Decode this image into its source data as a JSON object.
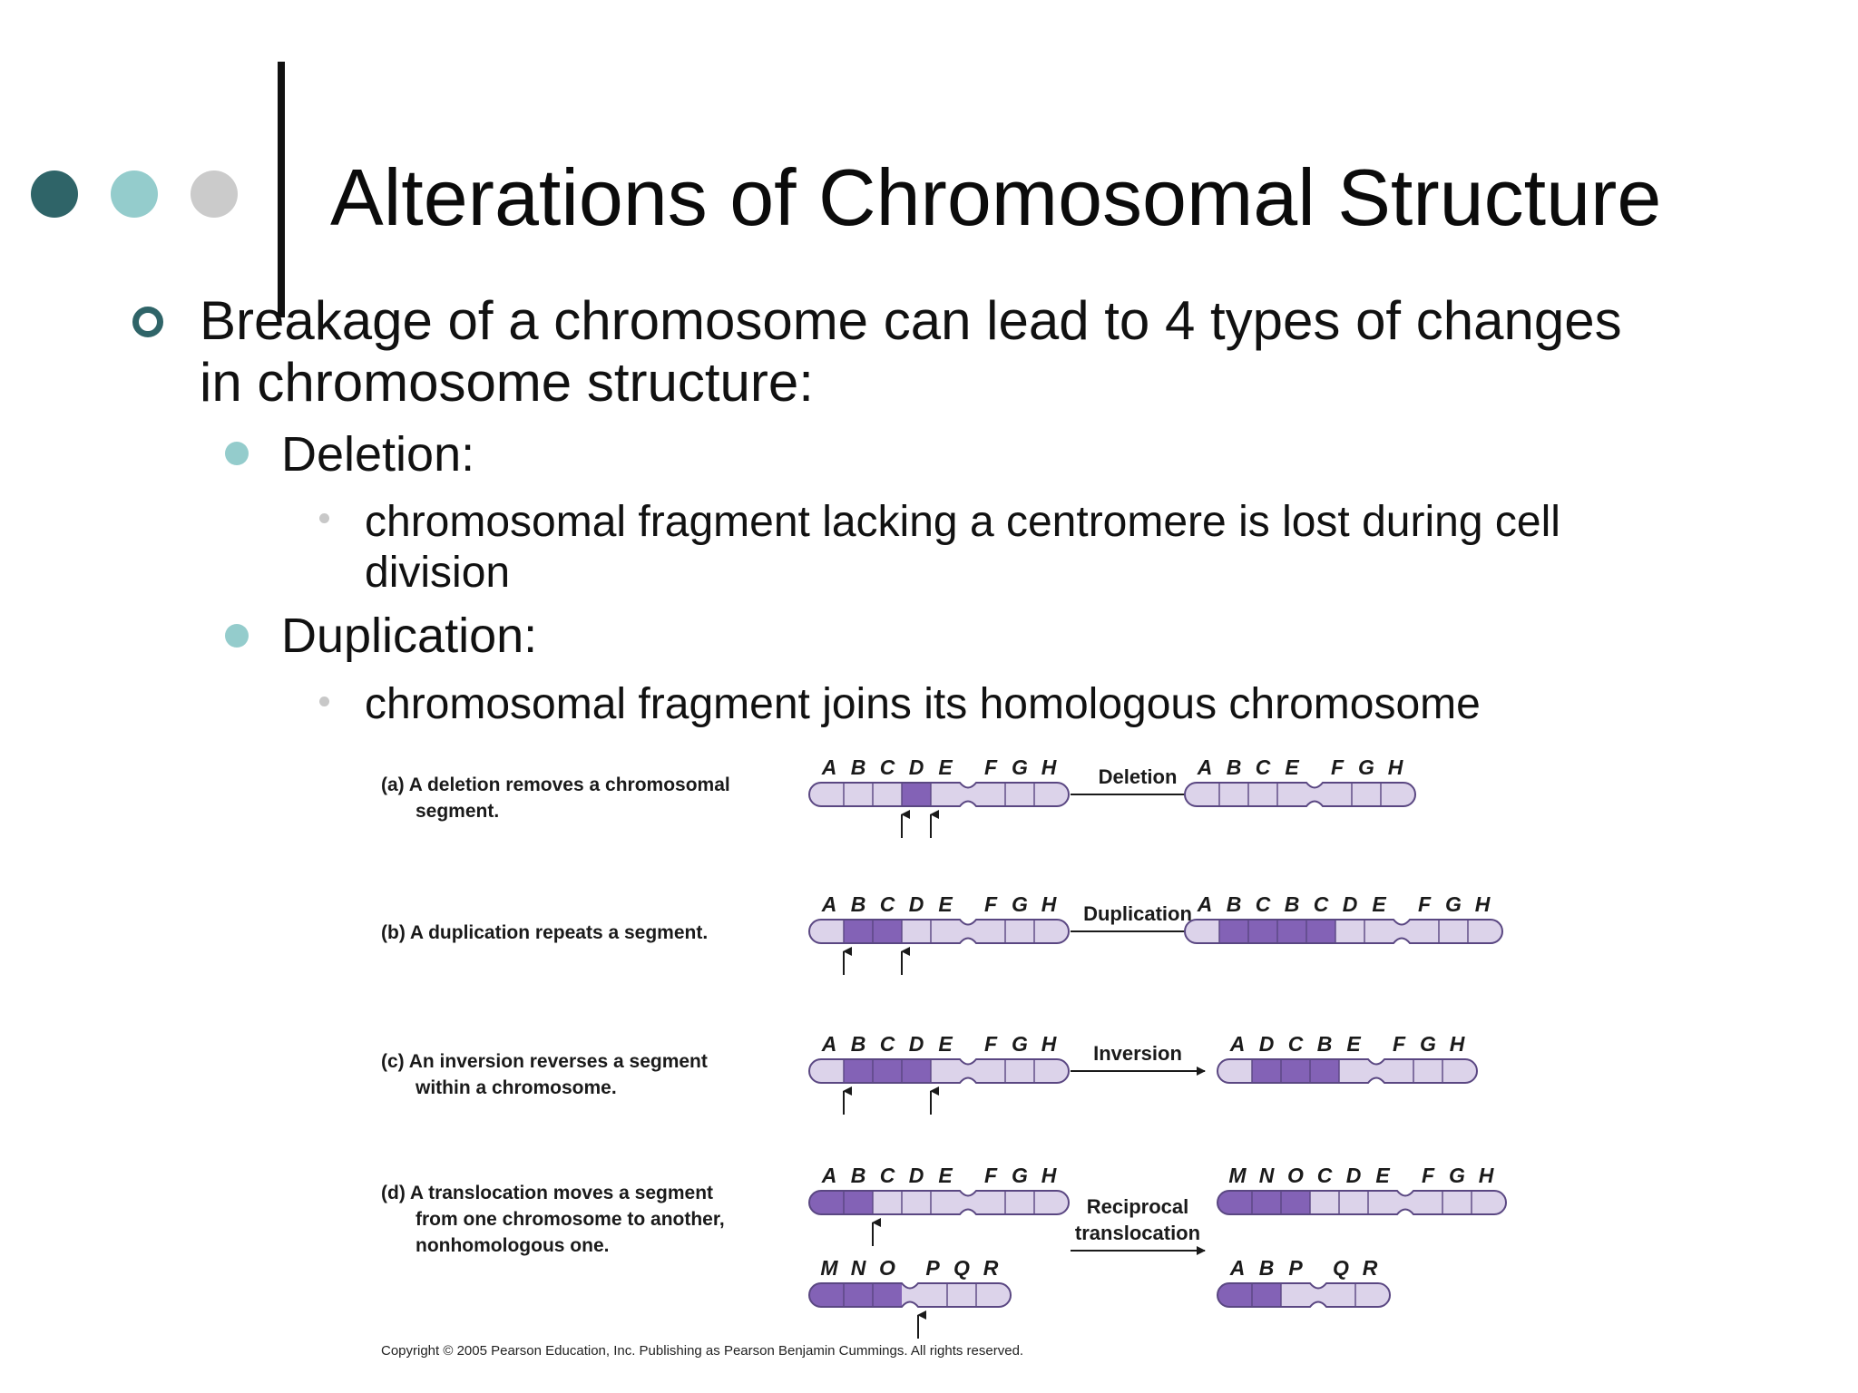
{
  "slide": {
    "title": "Alterations of Chromosomal Structure",
    "bullet_main": {
      "line1": "Breakage of a chromosome can lead to 4 types of changes",
      "line2": "in chromosome structure:"
    },
    "items": [
      {
        "label": "Deletion:",
        "sub": [
          "chromosomal fragment lacking a  centromere is lost during cell",
          "division"
        ]
      },
      {
        "label": "Duplication:",
        "sub": [
          "chromosomal fragment joins its homologous chromosome"
        ]
      }
    ],
    "colors": {
      "dot_dark": "#2f6468",
      "dot_light": "#94cccc",
      "dot_grey": "#cbcbcb",
      "segment_dark": "#8362b6",
      "segment_light": "#dcd3ea",
      "segment_outline": "#5a4782"
    }
  },
  "figure": {
    "panels": [
      {
        "id": "a",
        "caption": [
          "(a) A deletion removes a chromosomal",
          "segment."
        ],
        "operation": [
          "Deletion"
        ],
        "before": [
          {
            "labels": [
              "A",
              "B",
              "C",
              "D",
              "E",
              "F",
              "G",
              "H"
            ],
            "dark": [
              3
            ],
            "breaks": [
              3,
              4
            ]
          }
        ],
        "after": [
          {
            "labels": [
              "A",
              "B",
              "C",
              "E",
              "F",
              "G",
              "H"
            ],
            "dark": []
          }
        ]
      },
      {
        "id": "b",
        "caption": [
          "(b) A duplication repeats a segment."
        ],
        "operation": [
          "Duplication"
        ],
        "before": [
          {
            "labels": [
              "A",
              "B",
              "C",
              "D",
              "E",
              "F",
              "G",
              "H"
            ],
            "dark": [
              1,
              2
            ],
            "breaks": [
              1,
              3
            ]
          }
        ],
        "after": [
          {
            "labels": [
              "A",
              "B",
              "C",
              "B",
              "C",
              "D",
              "E",
              "F",
              "G",
              "H"
            ],
            "dark": [
              1,
              2,
              3,
              4
            ]
          }
        ]
      },
      {
        "id": "c",
        "caption": [
          "(c) An inversion reverses a segment",
          "within a chromosome."
        ],
        "operation": [
          "Inversion"
        ],
        "before": [
          {
            "labels": [
              "A",
              "B",
              "C",
              "D",
              "E",
              "F",
              "G",
              "H"
            ],
            "dark": [
              1,
              2,
              3
            ],
            "breaks": [
              1,
              4
            ]
          }
        ],
        "after": [
          {
            "labels": [
              "A",
              "D",
              "C",
              "B",
              "E",
              "F",
              "G",
              "H"
            ],
            "dark": [
              1,
              2,
              3
            ]
          }
        ]
      },
      {
        "id": "d",
        "caption": [
          "(d) A translocation moves a segment",
          "from one chromosome to another,",
          "nonhomologous one."
        ],
        "operation": [
          "Reciprocal",
          "translocation"
        ],
        "before": [
          {
            "labels": [
              "A",
              "B",
              "C",
              "D",
              "E",
              "F",
              "G",
              "H"
            ],
            "dark": [
              0,
              1
            ],
            "breaks": [
              2
            ]
          },
          {
            "labels": [
              "M",
              "N",
              "O",
              "P",
              "Q",
              "R"
            ],
            "dark": [
              0,
              1,
              2
            ],
            "breaks": [
              3
            ]
          }
        ],
        "after": [
          {
            "labels": [
              "M",
              "N",
              "O",
              "C",
              "D",
              "E",
              "F",
              "G",
              "H"
            ],
            "dark": [
              0,
              1,
              2
            ]
          },
          {
            "labels": [
              "A",
              "B",
              "P",
              "Q",
              "R"
            ],
            "dark": [
              0,
              1
            ]
          }
        ]
      }
    ],
    "copyright": "Copyright ©  2005 Pearson Education, Inc. Publishing as Pearson Benjamin Cummings. All rights reserved."
  }
}
